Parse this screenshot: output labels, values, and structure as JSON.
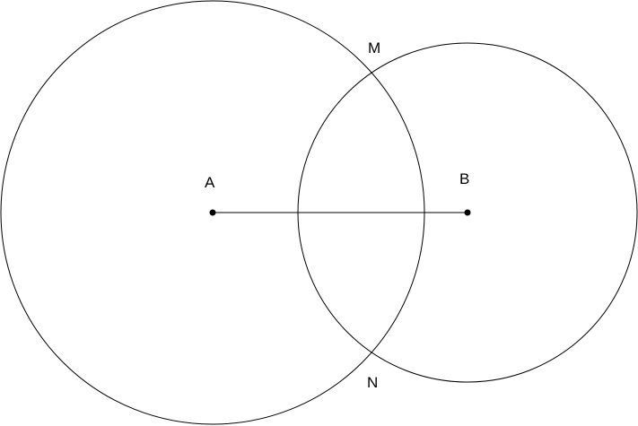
{
  "diagram": {
    "points": {
      "a": "A",
      "b": "B",
      "m": "M",
      "n": "N"
    },
    "colors": {
      "stroke": "#000000",
      "background": "#ffffff"
    }
  }
}
